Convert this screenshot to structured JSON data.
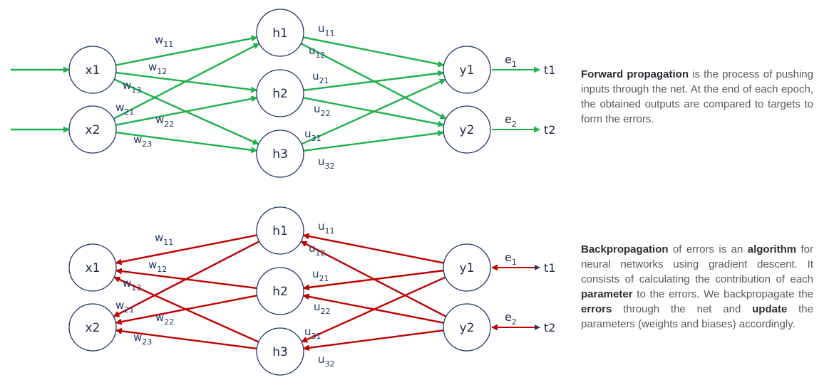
{
  "forward": {
    "nodes": {
      "x1": "x1",
      "x2": "x2",
      "h1": "h1",
      "h2": "h2",
      "h3": "h3",
      "y1": "y1",
      "y2": "y2"
    },
    "targets": {
      "t1": "t1",
      "t2": "t2"
    },
    "errors": [
      {
        "base": "e",
        "sub": "1"
      },
      {
        "base": "e",
        "sub": "2"
      }
    ],
    "weights": {
      "w11": {
        "base": "w",
        "sub": "11"
      },
      "w12": {
        "base": "w",
        "sub": "12"
      },
      "w13": {
        "base": "w",
        "sub": "13"
      },
      "w21": {
        "base": "w",
        "sub": "21"
      },
      "w22": {
        "base": "w",
        "sub": "22"
      },
      "w23": {
        "base": "w",
        "sub": "23"
      },
      "u11": {
        "base": "u",
        "sub": "11"
      },
      "u12": {
        "base": "u",
        "sub": "12"
      },
      "u21": {
        "base": "u",
        "sub": "21"
      },
      "u22": {
        "base": "u",
        "sub": "22"
      },
      "u31": {
        "base": "u",
        "sub": "31"
      },
      "u32": {
        "base": "u",
        "sub": "32"
      }
    },
    "edge_color": "#1fb14c",
    "text": {
      "t1": "Forward propagation",
      "t2": " is the process of pushing inputs through the net. At the end of each epoch, the obtained outputs are compared to targets to form the errors."
    }
  },
  "backward": {
    "nodes": {
      "x1": "x1",
      "x2": "x2",
      "h1": "h1",
      "h2": "h2",
      "h3": "h3",
      "y1": "y1",
      "y2": "y2"
    },
    "targets": {
      "t1": "t1",
      "t2": "t2"
    },
    "errors": [
      {
        "base": "e",
        "sub": "1"
      },
      {
        "base": "e",
        "sub": "2"
      }
    ],
    "weights": {
      "w11": {
        "base": "w",
        "sub": "11"
      },
      "w12": {
        "base": "w",
        "sub": "12"
      },
      "w13": {
        "base": "w",
        "sub": "13"
      },
      "w21": {
        "base": "w",
        "sub": "21"
      },
      "w22": {
        "base": "w",
        "sub": "22"
      },
      "w23": {
        "base": "w",
        "sub": "23"
      },
      "u11": {
        "base": "u",
        "sub": "11"
      },
      "u12": {
        "base": "u",
        "sub": "12"
      },
      "u21": {
        "base": "u",
        "sub": "21"
      },
      "u22": {
        "base": "u",
        "sub": "22"
      },
      "u31": {
        "base": "u",
        "sub": "31"
      },
      "u32": {
        "base": "u",
        "sub": "32"
      }
    },
    "edge_color": "#c00000",
    "text": {
      "b1": "Backpropagation",
      "t1": " of errors is an ",
      "b2": "algorithm",
      "t2": " for neural networks using gradient descent. It consists of calculating the contribution of each ",
      "b3": "parameter",
      "t3": " to the errors. We backpropagate the ",
      "b4": "errors",
      "t4": " through the net and ",
      "b5": "update",
      "t5": " the parameters (weights and biases) accordingly."
    }
  }
}
